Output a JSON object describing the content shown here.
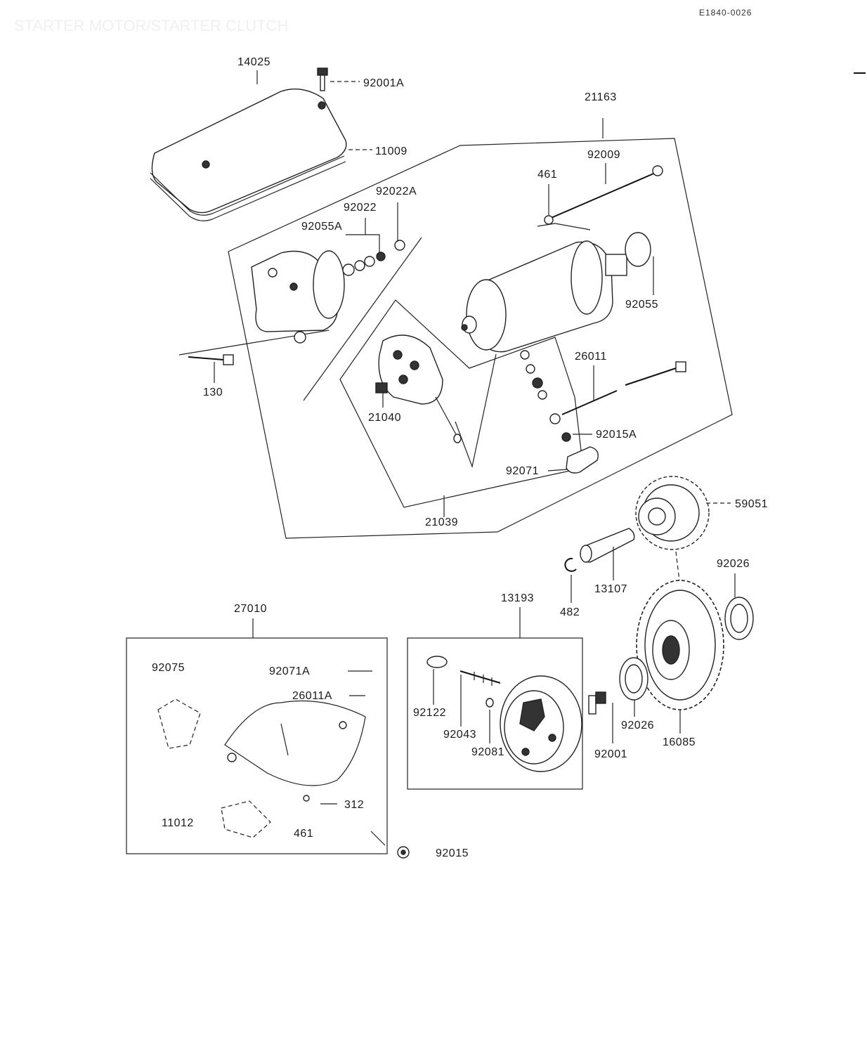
{
  "header": {
    "title": "STARTER MOTOR/STARTER CLUTCH",
    "ref_code": "E1840-0026"
  },
  "labels": {
    "l14025": "14025",
    "l92001A": "92001A",
    "l11009": "11009",
    "l21163": "21163",
    "l92009": "92009",
    "l461": "461",
    "l92022A": "92022A",
    "l92022": "92022",
    "l92055A": "92055A",
    "l92055": "92055",
    "l130": "130",
    "l26011": "26011",
    "l21040": "21040",
    "l92015A": "92015A",
    "l92071": "92071",
    "l21039": "21039",
    "l59051": "59051",
    "l13107": "13107",
    "l482": "482",
    "l92026a": "92026",
    "l27010": "27010",
    "l13193": "13193",
    "l92075": "92075",
    "l92071A": "92071A",
    "l26011A": "26011A",
    "l92122": "92122",
    "l92043": "92043",
    "l92081": "92081",
    "l92001": "92001",
    "l92026b": "92026",
    "l16085": "16085",
    "l312": "312",
    "l11012": "11012",
    "l461b": "461",
    "l92015": "92015"
  }
}
